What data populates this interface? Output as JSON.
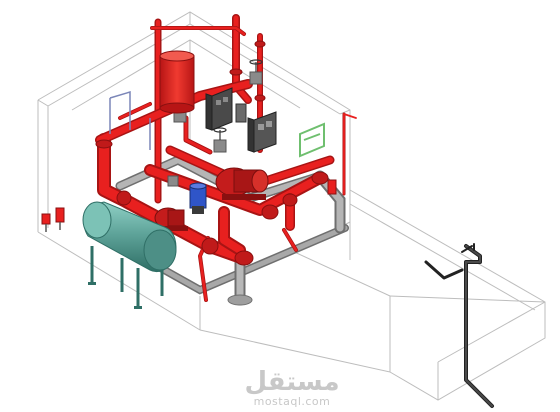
{
  "colors": {
    "background": "#ffffff",
    "room_outline": "#bdbdbd",
    "fire_pipe": "#e8201f",
    "fire_pipe_dark": "#a81414",
    "grey_pipe": "#9e9e9e",
    "grey_pipe_dark": "#6f6f6f",
    "tank_teal": "#5fa49a",
    "tank_teal_dark": "#2f6f66",
    "motor_blue": "#2f55c8",
    "control_panel": "#5b5b5b",
    "frame_green": "#6fbf6f",
    "drain_pipe": "#222222",
    "watermark": "#c8c8c8"
  },
  "components": [
    {
      "name": "fire-pump-room-enclosure",
      "type": "wireframe-room"
    },
    {
      "name": "jockey-pressure-tank",
      "type": "vessel",
      "color": "tank_teal"
    },
    {
      "name": "main-fire-pump-unit",
      "type": "pump",
      "color": "fire_pipe"
    },
    {
      "name": "jockey-pump-motor",
      "type": "motor",
      "color": "motor_blue"
    },
    {
      "name": "riser-header-tank",
      "type": "vessel",
      "color": "fire_pipe"
    },
    {
      "name": "pump-controller-panels",
      "type": "electrical-panel",
      "count": 2
    },
    {
      "name": "external-drain-line",
      "type": "pipe",
      "color": "drain_pipe"
    }
  ],
  "watermark": {
    "arabic": "مستقل",
    "url": "mostaql.com"
  }
}
